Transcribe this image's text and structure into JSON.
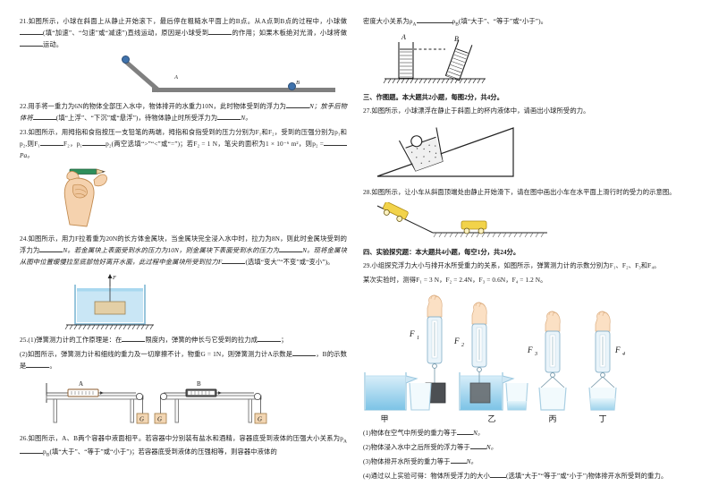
{
  "document": {
    "type": "physics-exam-paper",
    "language": "zh-CN"
  },
  "left_column": {
    "q21": {
      "number": "21.",
      "text_1": "如图所示，小球在斜面上从静止开始滚下，最后停在粗糙水平面上的B点。从A点到B点的过程中，小球做",
      "text_2": "(填“加速”、“匀速”或“减速”)直线运动，原因是小球受到",
      "text_3": "的作用；如果木板绝对光滑，小球将做",
      "text_4": "运动。",
      "figure": {
        "name": "ramp-ball-diagram",
        "label_a": "A",
        "label_b": "B"
      }
    },
    "q22": {
      "number": "22.",
      "text_1": "用手将一重力为6N的物体全部压入水中，物体排开的水重力10N，此时物体受到的浮力为",
      "unit_1": "N；放手后物体将",
      "text_2": "(填“上浮”、“下沉”或“悬浮”)，待物体静止时所受浮力为",
      "unit_2": "N。"
    },
    "q23": {
      "number": "23.",
      "text_1": "如图所示，用拇指和食指按压一支铅笔的两端，拇指和食指受到的压力分别为F₁和F₂，受到的压强分别为p₁和p₂,则F₁",
      "text_2": "F₂，p₁",
      "text_3": "p₂(两空选填“>”“<”或“=”)；若F₂ = 1 N，笔尖的面积为1 × 10⁻⁶ m²，则p₂ =",
      "unit": "Pa。",
      "figure": {
        "name": "hand-holding-pencil"
      }
    },
    "q24": {
      "number": "24.",
      "text_1": "如图所示，用力F拉着重为20N的长方体金属块，当金属块完全浸入水中时，拉力为8N，则此时金属块受到的浮力为",
      "unit_1": "N。若金属块上表面受到水的压力为10N，则金属块下表面受到水的压力为",
      "unit_2": "N。现将金属块从图中位置缓慢拉至底部恰好离开水面，此过程中金属块所受到拉力F",
      "text_2": "(选填“变大”“不变”或“变小”)。",
      "figure": {
        "name": "beaker-with-submerged-block",
        "force_label": "F"
      }
    },
    "q25": {
      "number": "25.",
      "text_1": "(1)弹簧测力计的工作原理是：在",
      "text_2": "限度内，弹簧的伸长与它受到的拉力成",
      "text_3": "；",
      "text_4": "(2)如图所示，弹簧测力计和细线的重力及一切摩擦不计，物重G = 1N，则弹簧测力计A示数是",
      "text_5": "，B的示数是",
      "text_6": "。",
      "figure": {
        "name": "spring-scale-pulley-tables",
        "label_a": "A",
        "label_b": "B",
        "weight_label": "G"
      }
    },
    "q26": {
      "number": "26.",
      "text_1": "如图所示，A、B两个容器中液面相平。若容器中分别装有盐水和酒精，容器底受到液体的压强大小关系为p",
      "text_2": "p",
      "text_3": "(填“大于”、“等于”或“小于”)；若容器底受到液体的压强相等，则容器中液体的"
    }
  },
  "right_column": {
    "q26_cont": {
      "text_1": "密度大小关系为ρ",
      "text_2": "ρ",
      "text_3": "(填“大于”、“等于”或“小于”)。",
      "figure": {
        "name": "two-tubes-equal-liquid-level",
        "label_a": "A",
        "label_b": "B"
      }
    },
    "section3": {
      "heading": "三、作图题。本大题共2小题，每图2分，共4分。"
    },
    "q27": {
      "number": "27.",
      "text": "如图所示，小球漂浮在静止于斜面上的杯内液体中，请画出小球所受的力。",
      "figure": {
        "name": "incline-with-cup-and-floating-ball"
      }
    },
    "q28": {
      "number": "28.",
      "text": "如图所示，让小车从斜面顶端处由静止开始滑下，请在图中画出小车在水平面上滑行时的受力的示意图。",
      "figure": {
        "name": "incline-with-cart-on-horizontal-surface"
      }
    },
    "section4": {
      "heading": "四、实验探究题：本大题共4小题，每空1分，共24分。"
    },
    "q29": {
      "number": "29.",
      "text_1": "小组探究浮力大小与排开水所受重力的关系，如图所示，弹簧测力计的示数分别为F₁、F₂、F₃和F₄。",
      "text_2": "某次实验时，测得F₁ = 3 N，F₂ = 2.4N，F₃ = 0.6N，F₄ = 1.2 N。",
      "figure": {
        "name": "buoyancy-experiment-four-panels",
        "force_labels": [
          "F₁",
          "F₂",
          "F₃",
          "F₄"
        ],
        "panel_captions": [
          "甲",
          "乙",
          "丙",
          "丁"
        ]
      },
      "sub1": "(1)物体在空气中所受的重力等于",
      "sub1_unit": "N。",
      "sub2": "(2)物体浸入水中之后所受的浮力等于",
      "sub2_unit": "N。",
      "sub3": "(3)物体排开水所受的重力等于",
      "sub3_unit": "N。",
      "sub4_a": "(4)通过以上实验可得：物体所受浮力的大小",
      "sub4_b": "(选填“大于”“等于”或“小于”)物体排开水所受到的重力。"
    }
  },
  "measured_values": {
    "F1": "3 N",
    "F2": "2.4 N",
    "F3": "0.6 N",
    "F4": "1.2 N",
    "G": "1 N",
    "weight_q22": "6N",
    "displaced_water_q22": "10N",
    "weight_q24": "20N",
    "pull_q24": "8N",
    "top_pressure_q24": "10N",
    "force_F2_q23": "1 N",
    "tip_area_q23": "1 × 10⁻⁶ m²"
  },
  "colors": {
    "ball": "#3f72ac",
    "plank": "#808080",
    "skin": "#f5d2ae",
    "pencil": "#2f8f5b",
    "water": "#bfe2f2",
    "block_wood": "#e3cfa6",
    "block_metal": "#555a5e",
    "weight_box": "#f2d6b3",
    "cart": "#f2d34a"
  }
}
